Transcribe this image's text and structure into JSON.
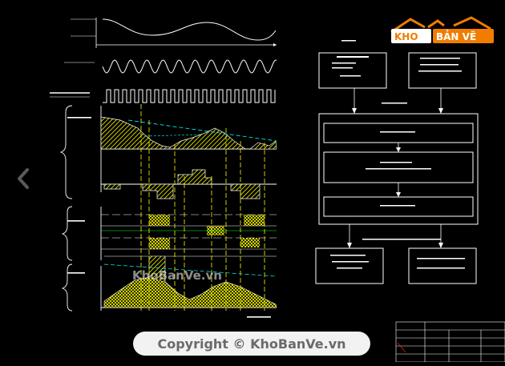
{
  "logo": {
    "text_a": "KHO",
    "text_b": "BẢN VẼ"
  },
  "watermark": {
    "text": "KhoBanVe.vn"
  },
  "copyright": {
    "text": "Copyright © KhoBanVe.vn"
  },
  "colors": {
    "background": "#000000",
    "yellow": "#ffff00",
    "cyan": "#00ffff",
    "green": "#00ff00",
    "white": "#ffffff",
    "red": "#ff2222",
    "logo_orange": "#f07d00"
  },
  "icons": {
    "nav": "chevron-left-icon"
  }
}
